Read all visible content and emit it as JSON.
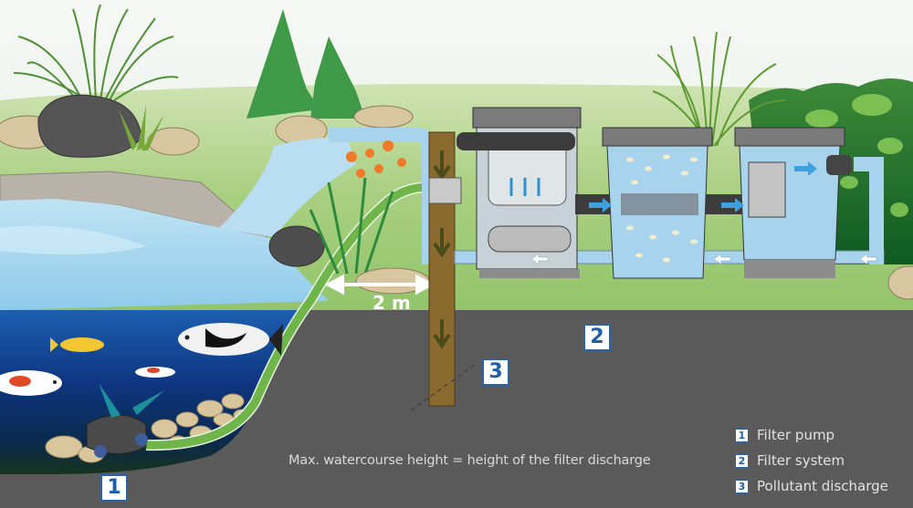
{
  "diagram": {
    "title": "Pond filter system layout",
    "distance_label": "2 m",
    "caption": "Max. watercourse height = height of the filter discharge",
    "markers": [
      {
        "id": "1",
        "label": "1"
      },
      {
        "id": "2",
        "label": "2"
      },
      {
        "id": "3",
        "label": "3"
      }
    ],
    "legend": [
      {
        "num": "1",
        "text": "Filter pump"
      },
      {
        "num": "2",
        "text": "Filter system"
      },
      {
        "num": "3",
        "text": "Pollutant discharge"
      }
    ],
    "colors": {
      "sky": "#eef3f3",
      "lawn": "#9cc874",
      "pond_surface": "#a9d8ee",
      "pond_deep": "#0b2b66",
      "ground": "#5a5a5a",
      "hose": "#6fb54a",
      "water_pipe": "#a8d3ec",
      "discharge_pipe": "#8a6a2e",
      "badge_border": "#2b63a6"
    },
    "icons": [
      "flow-arrow-icon",
      "koi-fish-icon",
      "pump-icon",
      "filter-box-icon",
      "uv-clarifier-icon"
    ]
  }
}
